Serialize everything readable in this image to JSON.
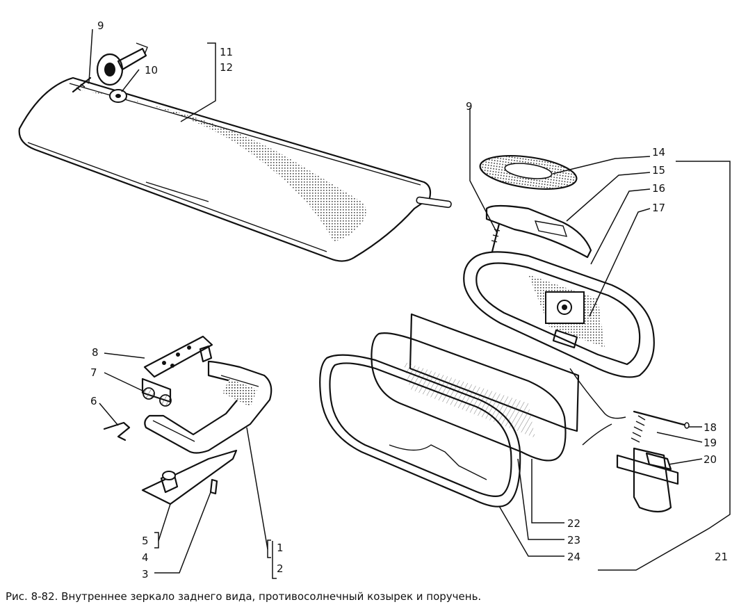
{
  "caption": "Рис. 8-82. Внутреннее зеркало заднего вида, противосолнечный козырек и поручень.",
  "labels": {
    "l1": "1",
    "l2": "2",
    "l3": "3",
    "l4": "4",
    "l5": "5",
    "l6": "6",
    "l7": "7",
    "l8": "8",
    "l9a": "9",
    "l9b": "9",
    "l10": "10",
    "l11": "11",
    "l12": "12",
    "l14": "14",
    "l15": "15",
    "l16": "16",
    "l17": "17",
    "l18": "18",
    "l19": "19",
    "l20": "20",
    "l21": "21",
    "l22": "22",
    "l23": "23",
    "l24": "24"
  }
}
